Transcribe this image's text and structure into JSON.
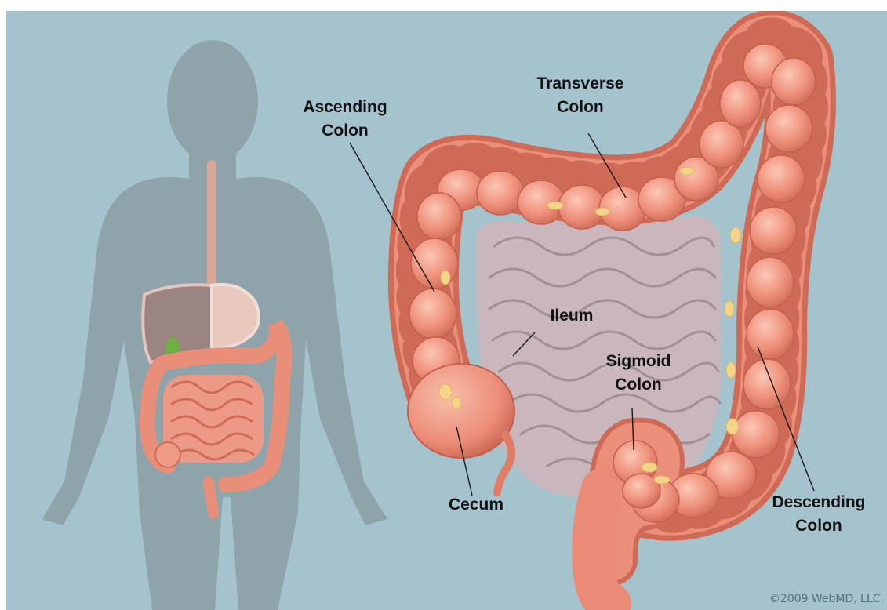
{
  "colors": {
    "background": "#a5c3cc",
    "silhouette": "#8fa3aa",
    "colon": "#ec8f7a",
    "colon_light": "#f7b7a3",
    "colon_dark": "#cf6a57",
    "small_intestine": "#c9b7bd",
    "fat": "#f4d48a",
    "leader_line": "#1a1a1a"
  },
  "labels": {
    "ascending": [
      "Ascending",
      "Colon"
    ],
    "transverse": [
      "Transverse",
      "Colon"
    ],
    "ileum": "Ileum",
    "sigmoid": [
      "Sigmoid",
      "Colon"
    ],
    "cecum": "Cecum",
    "descending": [
      "Descending",
      "Colon"
    ]
  },
  "copyright": "©2009 WebMD, LLC."
}
